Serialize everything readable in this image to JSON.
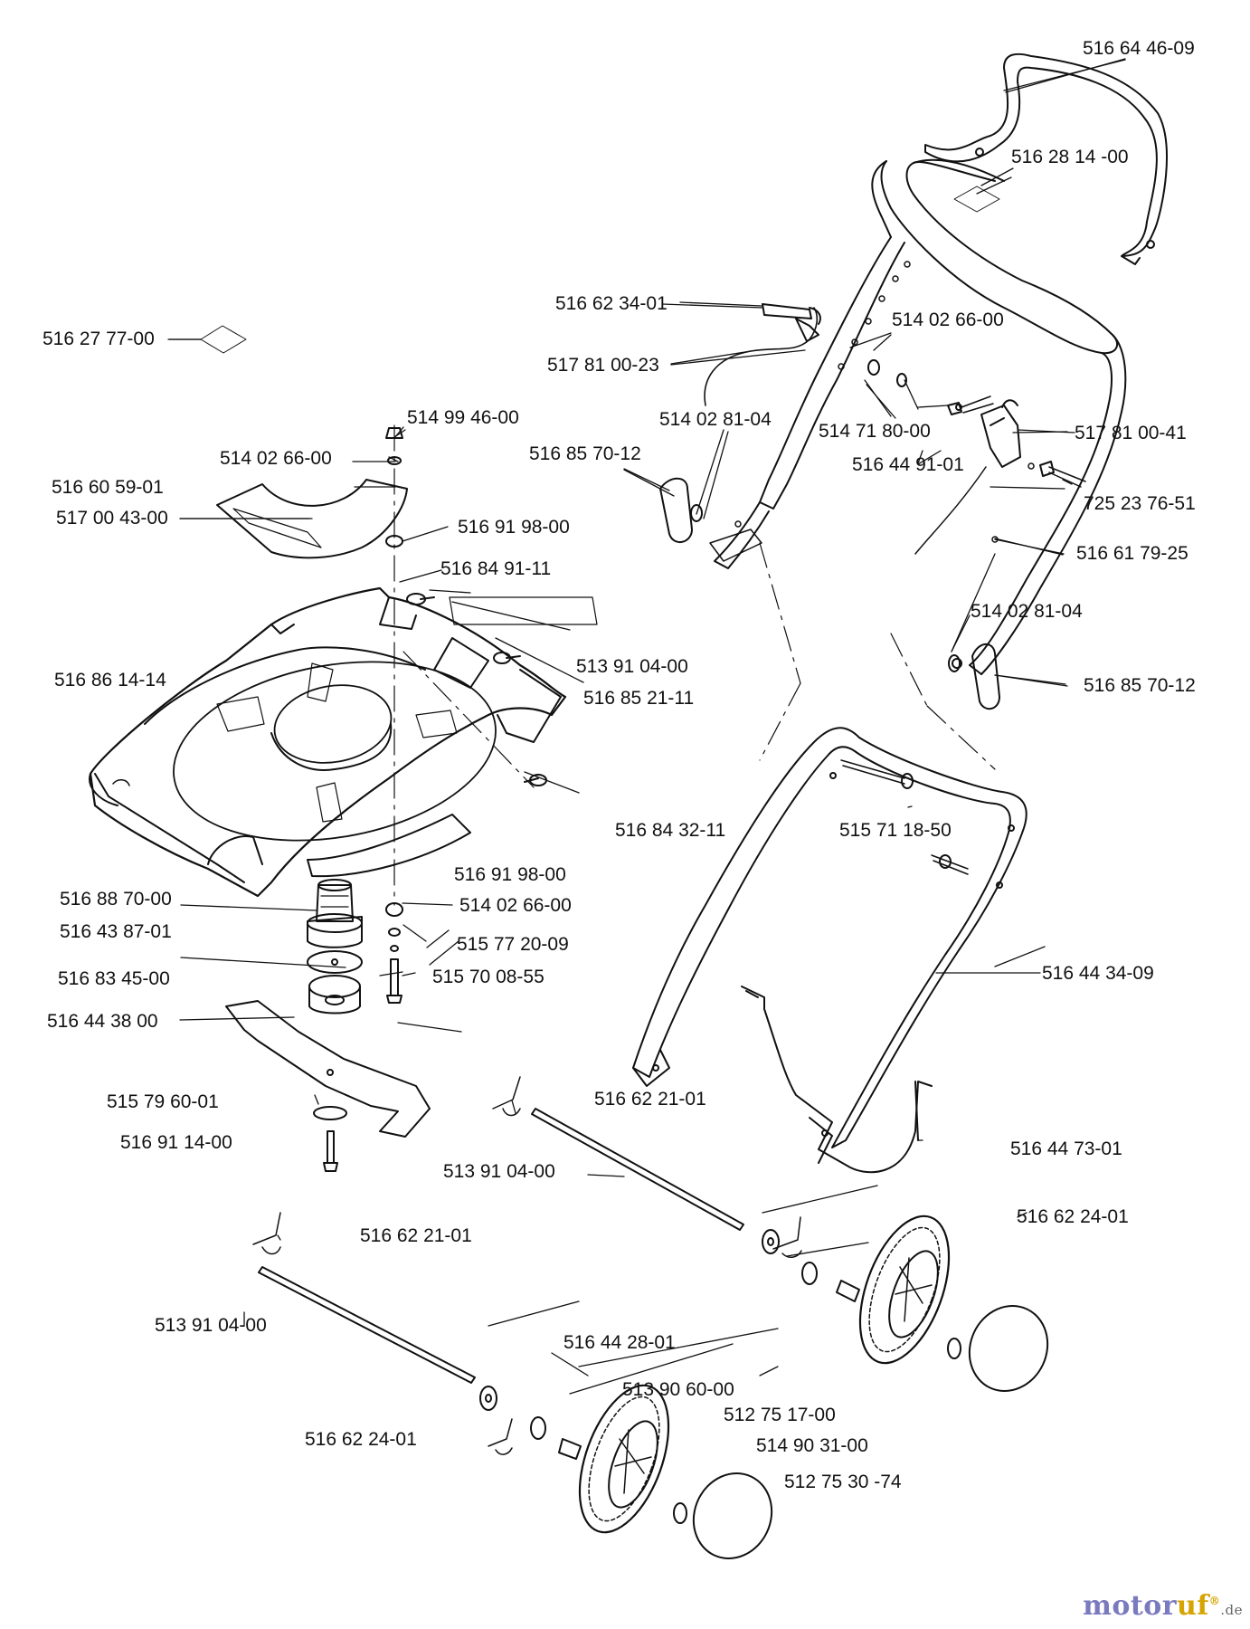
{
  "parts": [
    {
      "id": "p1",
      "number": "516 64 46-09"
    },
    {
      "id": "p2",
      "number": "516 28 14 -00"
    },
    {
      "id": "p3",
      "number": "516 62 34-01"
    },
    {
      "id": "p4",
      "number": "514 02 66-00"
    },
    {
      "id": "p5",
      "number": "517 81 00-23"
    },
    {
      "id": "p6",
      "number": "516 27 77-00"
    },
    {
      "id": "p7",
      "number": "514 99 46-00"
    },
    {
      "id": "p8",
      "number": "514 02 81-04"
    },
    {
      "id": "p9",
      "number": "514 71 80-00"
    },
    {
      "id": "p10",
      "number": "517 81 00-41"
    },
    {
      "id": "p11",
      "number": "514 02 66-00"
    },
    {
      "id": "p12",
      "number": "516 85 70-12"
    },
    {
      "id": "p13",
      "number": "516 44 91-01"
    },
    {
      "id": "p14",
      "number": "516 60 59-01"
    },
    {
      "id": "p15",
      "number": "725 23 76-51"
    },
    {
      "id": "p16",
      "number": "517 00 43-00"
    },
    {
      "id": "p17",
      "number": "516 91 98-00"
    },
    {
      "id": "p18",
      "number": "516 61 79-25"
    },
    {
      "id": "p19",
      "number": "516 84 91-11"
    },
    {
      "id": "p20",
      "number": "514 02 81-04"
    },
    {
      "id": "p21",
      "number": "513 91 04-00"
    },
    {
      "id": "p22",
      "number": "516 86 14-14"
    },
    {
      "id": "p23",
      "number": "516 85 70-12"
    },
    {
      "id": "p24",
      "number": "516 85 21-11"
    },
    {
      "id": "p25",
      "number": "516 84 32-11"
    },
    {
      "id": "p26",
      "number": "515 71 18-50"
    },
    {
      "id": "p27",
      "number": "516 91 98-00"
    },
    {
      "id": "p28",
      "number": "516 88 70-00"
    },
    {
      "id": "p29",
      "number": "514 02 66-00"
    },
    {
      "id": "p30",
      "number": "516 43 87-01"
    },
    {
      "id": "p31",
      "number": "515 77 20-09"
    },
    {
      "id": "p32",
      "number": "516 83 45-00"
    },
    {
      "id": "p33",
      "number": "515 70 08-55"
    },
    {
      "id": "p34",
      "number": "516 44 34-09"
    },
    {
      "id": "p35",
      "number": "516 44  38 00"
    },
    {
      "id": "p36",
      "number": "516  62 21-01"
    },
    {
      "id": "p37",
      "number": "515 79 60-01"
    },
    {
      "id": "p38",
      "number": "516 44 73-01"
    },
    {
      "id": "p39",
      "number": "516 91 14-00"
    },
    {
      "id": "p40",
      "number": "513 91 04-00"
    },
    {
      "id": "p41",
      "number": "516 62 24-01"
    },
    {
      "id": "p42",
      "number": "516  62 21-01"
    },
    {
      "id": "p43",
      "number": "513 91 04-00"
    },
    {
      "id": "p44",
      "number": "516 44 28-01"
    },
    {
      "id": "p45",
      "number": "513 90 60-00"
    },
    {
      "id": "p46",
      "number": "512 75 17-00"
    },
    {
      "id": "p47",
      "number": "516 62 24-01"
    },
    {
      "id": "p48",
      "number": "514 90 31-00"
    },
    {
      "id": "p49",
      "number": "512 75 30 -74"
    }
  ],
  "logo": {
    "main": "motor",
    "accent": "uf",
    "superscript": "®",
    "suffix": ".de"
  }
}
